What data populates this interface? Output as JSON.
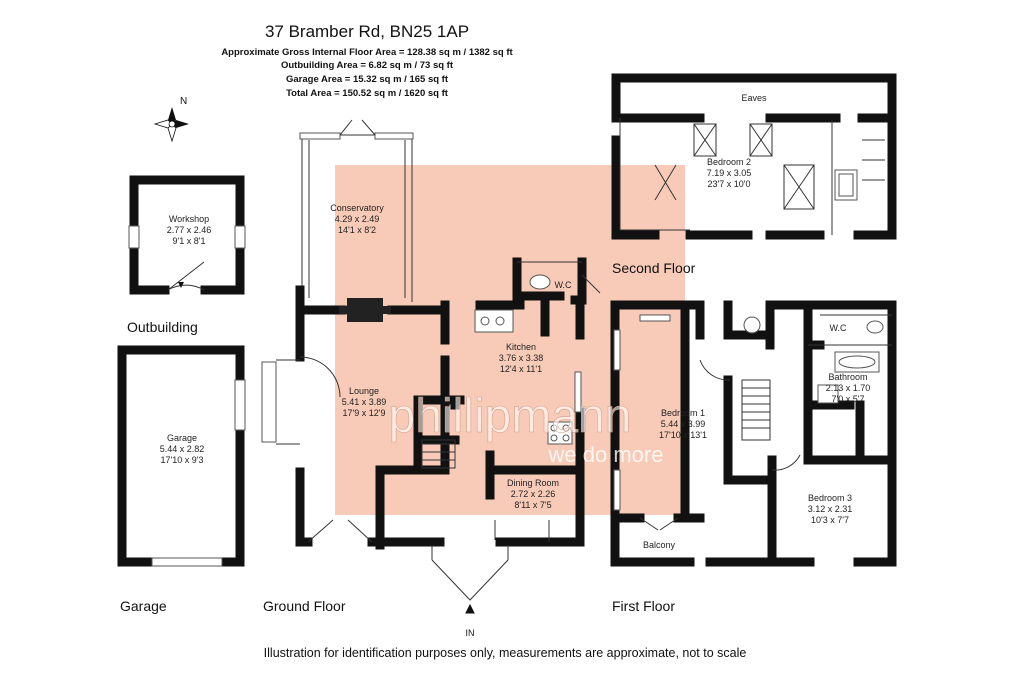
{
  "header": {
    "address": "37 Bramber Rd, BN25 1AP",
    "gross_area": "Approximate Gross Internal Floor Area = 128.38 sq m / 1382 sq ft",
    "outbuilding_area": "Outbuilding Area = 6.82 sq m / 73 sq ft",
    "garage_area": "Garage Area = 15.32 sq m / 165 sq ft",
    "total_area": "Total Area = 150.52 sq m / 1620 sq ft"
  },
  "compass": {
    "label": "N",
    "icon": "compass-rose-icon"
  },
  "floors": {
    "outbuilding": "Outbuilding",
    "garage": "Garage",
    "ground": "Ground Floor",
    "first": "First Floor",
    "second": "Second Floor"
  },
  "rooms": {
    "workshop": {
      "name": "Workshop",
      "metric": "2.77 x 2.46",
      "imperial": "9'1 x 8'1"
    },
    "garage": {
      "name": "Garage",
      "metric": "5.44 x 2.82",
      "imperial": "17'10 x 9'3"
    },
    "conservatory": {
      "name": "Conservatory",
      "metric": "4.29 x 2.49",
      "imperial": "14'1 x 8'2"
    },
    "kitchen": {
      "name": "Kitchen",
      "metric": "3.76 x 3.38",
      "imperial": "12'4 x 11'1"
    },
    "lounge": {
      "name": "Lounge",
      "metric": "5.41 x 3.89",
      "imperial": "17'9 x 12'9"
    },
    "dining": {
      "name": "Dining Room",
      "metric": "2.72 x 2.26",
      "imperial": "8'11 x 7'5"
    },
    "wc_ground": {
      "name": "W.C"
    },
    "bedroom1": {
      "name": "Bedroom 1",
      "metric": "5.44 x 3.99",
      "imperial": "17'10 x 13'1"
    },
    "bedroom2": {
      "name": "Bedroom 2",
      "metric": "7.19 x 3.05",
      "imperial": "23'7 x 10'0"
    },
    "bedroom3": {
      "name": "Bedroom 3",
      "metric": "3.12 x 2.31",
      "imperial": "10'3 x 7'7"
    },
    "bathroom": {
      "name": "Bathroom",
      "metric": "2.13 x 1.70",
      "imperial": "7'0 x 5'7"
    },
    "wc_first": {
      "name": "W.C"
    },
    "balcony": {
      "name": "Balcony"
    },
    "eaves": {
      "name": "Eaves"
    }
  },
  "entrance": "IN",
  "watermark": {
    "brand": "phillipmann",
    "tagline": "we do more",
    "color": "#f5b59a"
  },
  "footer": "Illustration for identification purposes only, measurements are approximate, not to scale"
}
